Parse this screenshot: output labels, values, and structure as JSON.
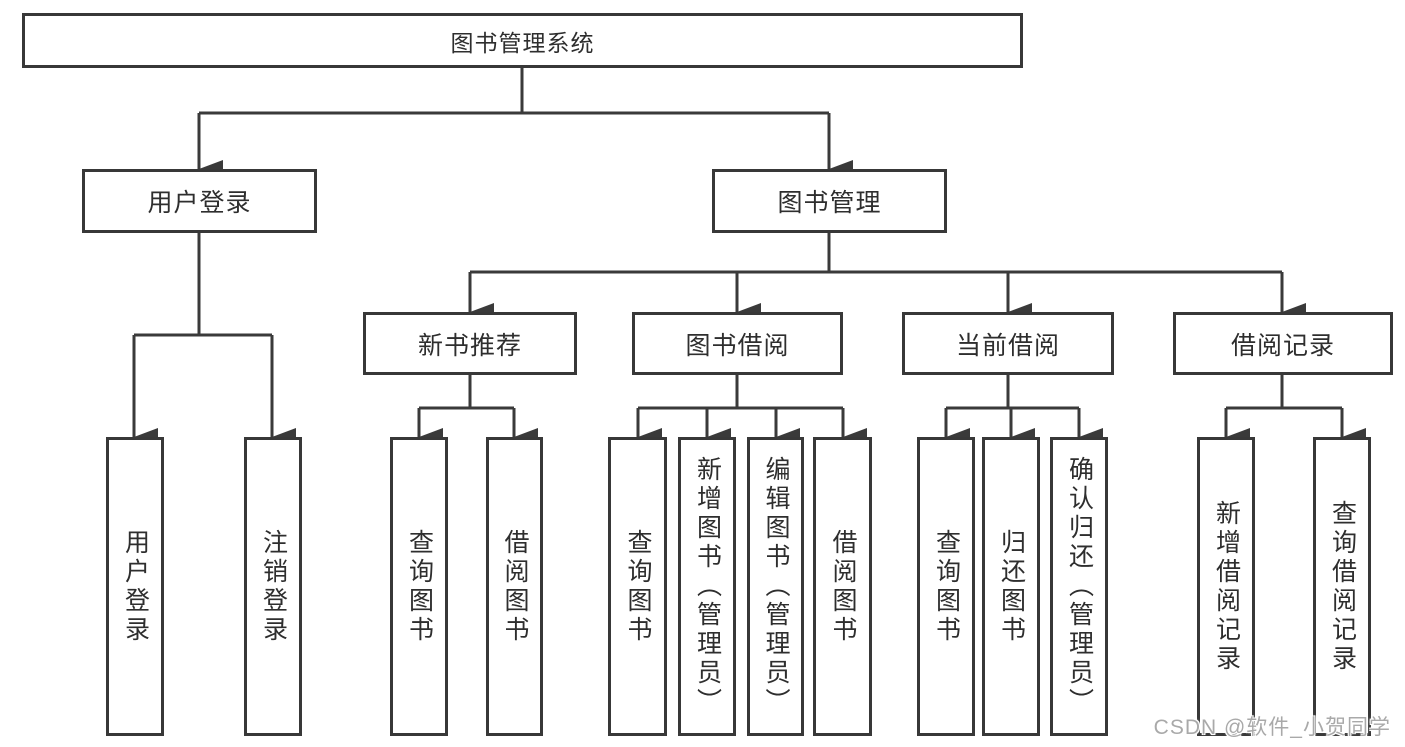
{
  "nodes": {
    "root": "图书管理系统",
    "user_login": "用户登录",
    "book_management": "图书管理",
    "new_book_recommend": "新书推荐",
    "book_borrow": "图书借阅",
    "current_borrow": "当前借阅",
    "borrow_records": "借阅记录",
    "leaf_user_login": "用户登录",
    "leaf_logout": "注销登录",
    "leaf_query_books_1": "查询图书",
    "leaf_borrow_books_1": "借阅图书",
    "leaf_query_books_2": "查询图书",
    "leaf_add_book_admin": "新增图书（管理员）",
    "leaf_edit_book_admin": "编辑图书（管理员）",
    "leaf_borrow_books_2": "借阅图书",
    "leaf_query_books_3": "查询图书",
    "leaf_return_book": "归还图书",
    "leaf_confirm_return_admin": "确认归还（管理员）",
    "leaf_add_borrow_record": "新增借阅记录",
    "leaf_query_borrow_record": "查询借阅记录"
  },
  "watermark": "CSDN @软件_小贺同学",
  "colors": {
    "line": "#3a3a3a",
    "text": "#2e2e2e",
    "watermark": "#a9a9a9"
  }
}
